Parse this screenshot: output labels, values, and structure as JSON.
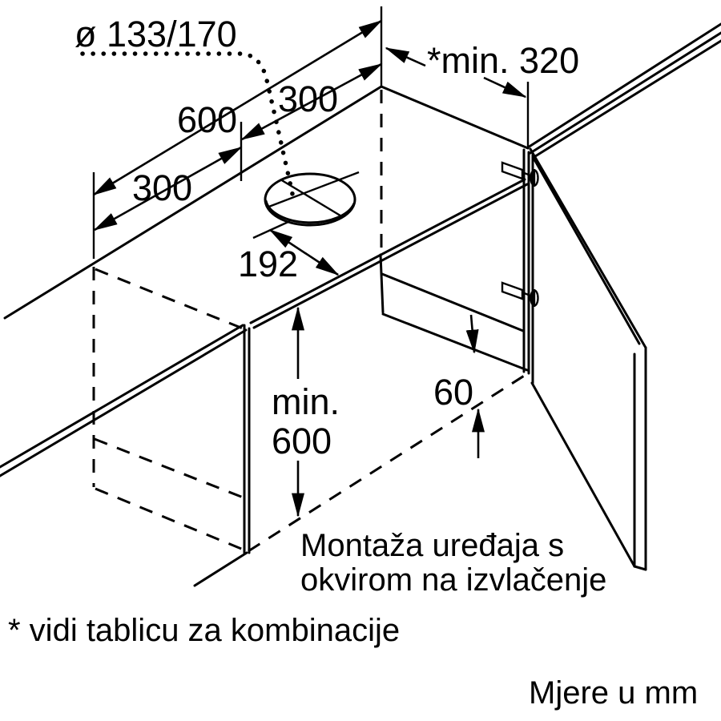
{
  "diagram": {
    "type": "appliance-installation-drawing",
    "labels": {
      "hole_diameter": "ø 133/170",
      "min_clearance_right": "*min. 320",
      "width_total": "600",
      "offset_left": "300",
      "offset_center": "300",
      "hole_front_distance": "192",
      "min_height_word": "min.",
      "min_height_value": "600",
      "door_gap": "60"
    },
    "caption": {
      "line1": "Montaža uređaja s",
      "line2": "okvirom na izvlačenje"
    },
    "footnote": "* vidi tablicu za kombinacije",
    "units_note": "Mjere u mm",
    "colors": {
      "line": "#000000",
      "background": "#ffffff"
    }
  }
}
